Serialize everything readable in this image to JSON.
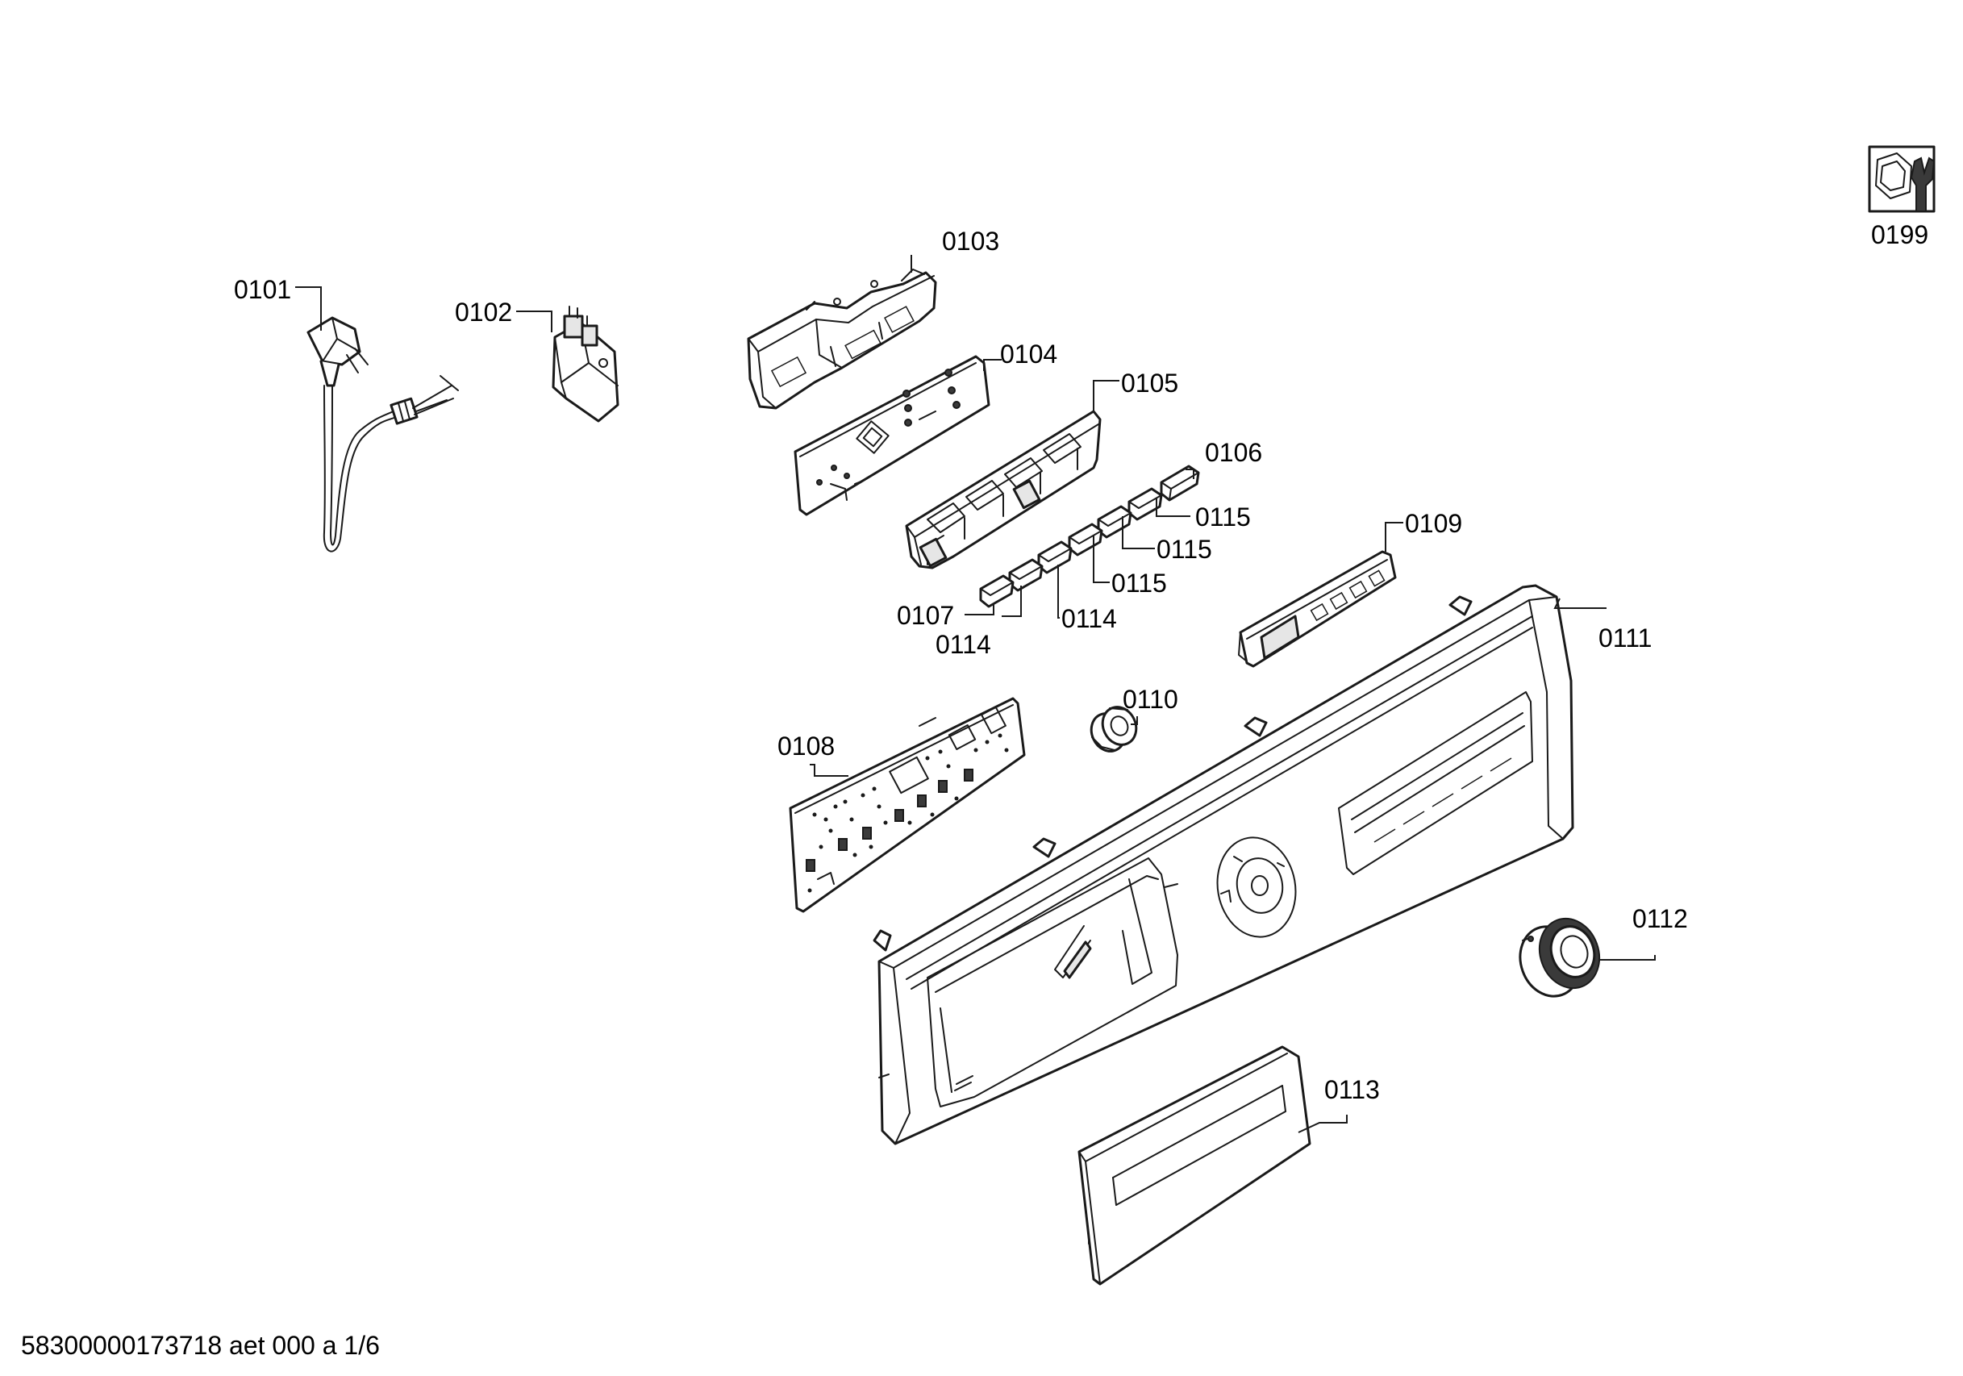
{
  "parts": [
    {
      "id": "p0101",
      "label": "0101"
    },
    {
      "id": "p0102",
      "label": "0102"
    },
    {
      "id": "p0103",
      "label": "0103"
    },
    {
      "id": "p0104",
      "label": "0104"
    },
    {
      "id": "p0105",
      "label": "0105"
    },
    {
      "id": "p0106",
      "label": "0106"
    },
    {
      "id": "p0107",
      "label": "0107"
    },
    {
      "id": "p0108",
      "label": "0108"
    },
    {
      "id": "p0109",
      "label": "0109"
    },
    {
      "id": "p0110",
      "label": "0110"
    },
    {
      "id": "p0111",
      "label": "0111"
    },
    {
      "id": "p0112",
      "label": "0112"
    },
    {
      "id": "p0113",
      "label": "0113"
    },
    {
      "id": "p0114a",
      "label": "0114"
    },
    {
      "id": "p0114b",
      "label": "0114"
    },
    {
      "id": "p0115a",
      "label": "0115"
    },
    {
      "id": "p0115b",
      "label": "0115"
    },
    {
      "id": "p0115c",
      "label": "0115"
    },
    {
      "id": "p0199",
      "label": "0199"
    }
  ],
  "icons": {
    "service": "nut-and-wrench-icon"
  },
  "footer": {
    "document_id": "58300000173718 aet 000 a 1/6"
  }
}
